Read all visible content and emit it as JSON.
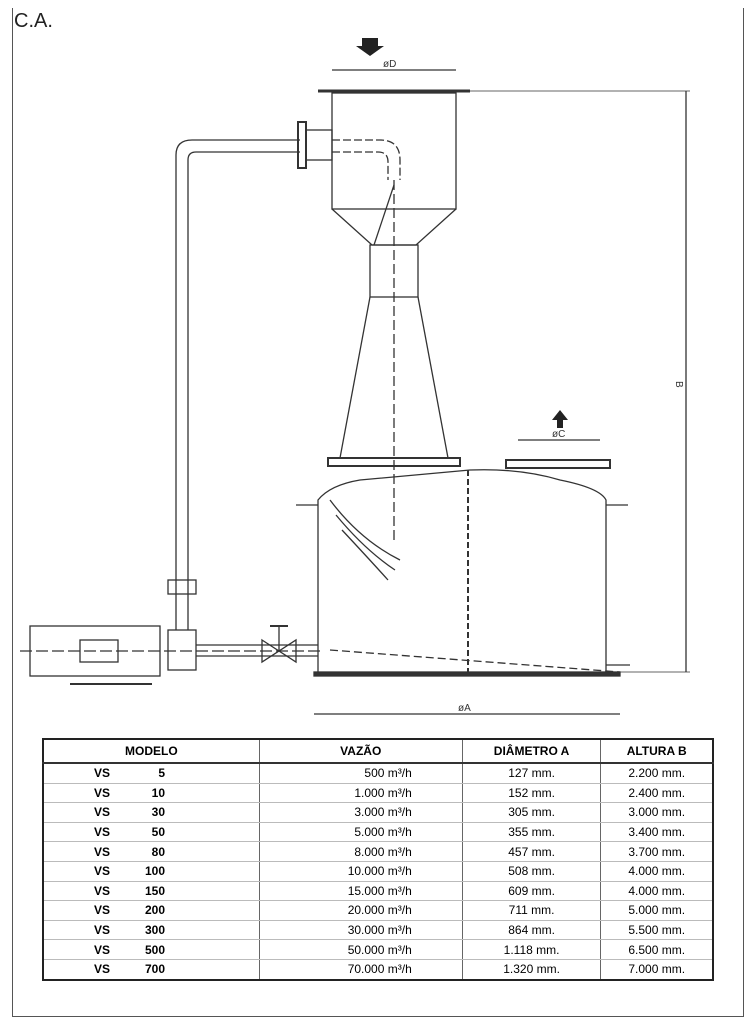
{
  "title": "C.A.",
  "diagram": {
    "label_d": "øD",
    "label_c": "øC",
    "label_b": "B",
    "label_a": "øA"
  },
  "table": {
    "headers": [
      "MODELO",
      "VAZÃO",
      "DIÂMETRO A",
      "ALTURA B"
    ],
    "rows": [
      {
        "prefix": "VS",
        "model": "5",
        "flow": "500 m³/h",
        "diameter": "127 mm.",
        "height": "2.200 mm."
      },
      {
        "prefix": "VS",
        "model": "10",
        "flow": "1.000 m³/h",
        "diameter": "152 mm.",
        "height": "2.400 mm."
      },
      {
        "prefix": "VS",
        "model": "30",
        "flow": "3.000 m³/h",
        "diameter": "305 mm.",
        "height": "3.000 mm."
      },
      {
        "prefix": "VS",
        "model": "50",
        "flow": "5.000 m³/h",
        "diameter": "355 mm.",
        "height": "3.400 mm."
      },
      {
        "prefix": "VS",
        "model": "80",
        "flow": "8.000 m³/h",
        "diameter": "457 mm.",
        "height": "3.700 mm."
      },
      {
        "prefix": "VS",
        "model": "100",
        "flow": "10.000 m³/h",
        "diameter": "508 mm.",
        "height": "4.000 mm."
      },
      {
        "prefix": "VS",
        "model": "150",
        "flow": "15.000 m³/h",
        "diameter": "609 mm.",
        "height": "4.000 mm."
      },
      {
        "prefix": "VS",
        "model": "200",
        "flow": "20.000 m³/h",
        "diameter": "711 mm.",
        "height": "5.000 mm."
      },
      {
        "prefix": "VS",
        "model": "300",
        "flow": "30.000 m³/h",
        "diameter": "864 mm.",
        "height": "5.500 mm."
      },
      {
        "prefix": "VS",
        "model": "500",
        "flow": "50.000 m³/h",
        "diameter": "1.118 mm.",
        "height": "6.500 mm."
      },
      {
        "prefix": "VS",
        "model": "700",
        "flow": "70.000 m³/h",
        "diameter": "1.320 mm.",
        "height": "7.000 mm."
      }
    ]
  }
}
